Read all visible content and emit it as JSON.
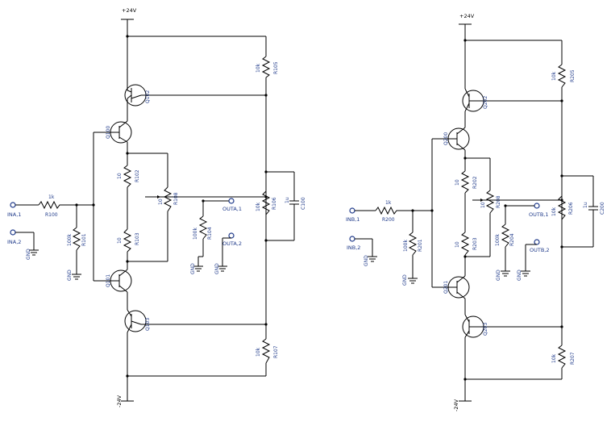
{
  "left": {
    "vpos": "+24V",
    "vneg": "-24V",
    "input_in": "INA,1",
    "input_ref": "INA,2",
    "out1": "OUTA,1",
    "out2": "OUTA,2",
    "gnd": "GND",
    "r100": {
      "name": "R100",
      "value": "1k"
    },
    "r101": {
      "name": "R101",
      "value": "100k"
    },
    "r102": {
      "name": "R102",
      "value": "10"
    },
    "r103": {
      "name": "R103",
      "value": "10"
    },
    "r104": {
      "name": "R104",
      "value": "100k"
    },
    "r105": {
      "name": "R105",
      "value": "10k"
    },
    "r106": {
      "name": "R106",
      "value": "10k"
    },
    "r107": {
      "name": "R107",
      "value": "10k"
    },
    "r108": {
      "name": "R108",
      "value": "10"
    },
    "c100": {
      "name": "C100",
      "value": "1u"
    },
    "q_top_out": "Q102",
    "q_top_drv": "Q100",
    "q_bot_drv": "Q101",
    "q_bot_out": "Q103"
  },
  "right": {
    "vpos": "+24V",
    "vneg": "-24V",
    "input_in": "INB,1",
    "input_ref": "INB,2",
    "out1": "OUTB,1",
    "out2": "OUTB,2",
    "gnd": "GND",
    "r200": {
      "name": "R200",
      "value": "1k"
    },
    "r201": {
      "name": "R201",
      "value": "100k"
    },
    "r202": {
      "name": "R202",
      "value": "10"
    },
    "r203": {
      "name": "R203",
      "value": "10"
    },
    "r204": {
      "name": "R204",
      "value": "100k"
    },
    "r205": {
      "name": "R205",
      "value": "10k"
    },
    "r206": {
      "name": "R206",
      "value": "10k"
    },
    "r207": {
      "name": "R207",
      "value": "10k"
    },
    "r208": {
      "name": "R208",
      "value": "10"
    },
    "c200": {
      "name": "C200",
      "value": "1u"
    },
    "q_top_out": "Q202",
    "q_top_drv": "Q200",
    "q_bot_drv": "Q201",
    "q_bot_out": "Q203"
  }
}
